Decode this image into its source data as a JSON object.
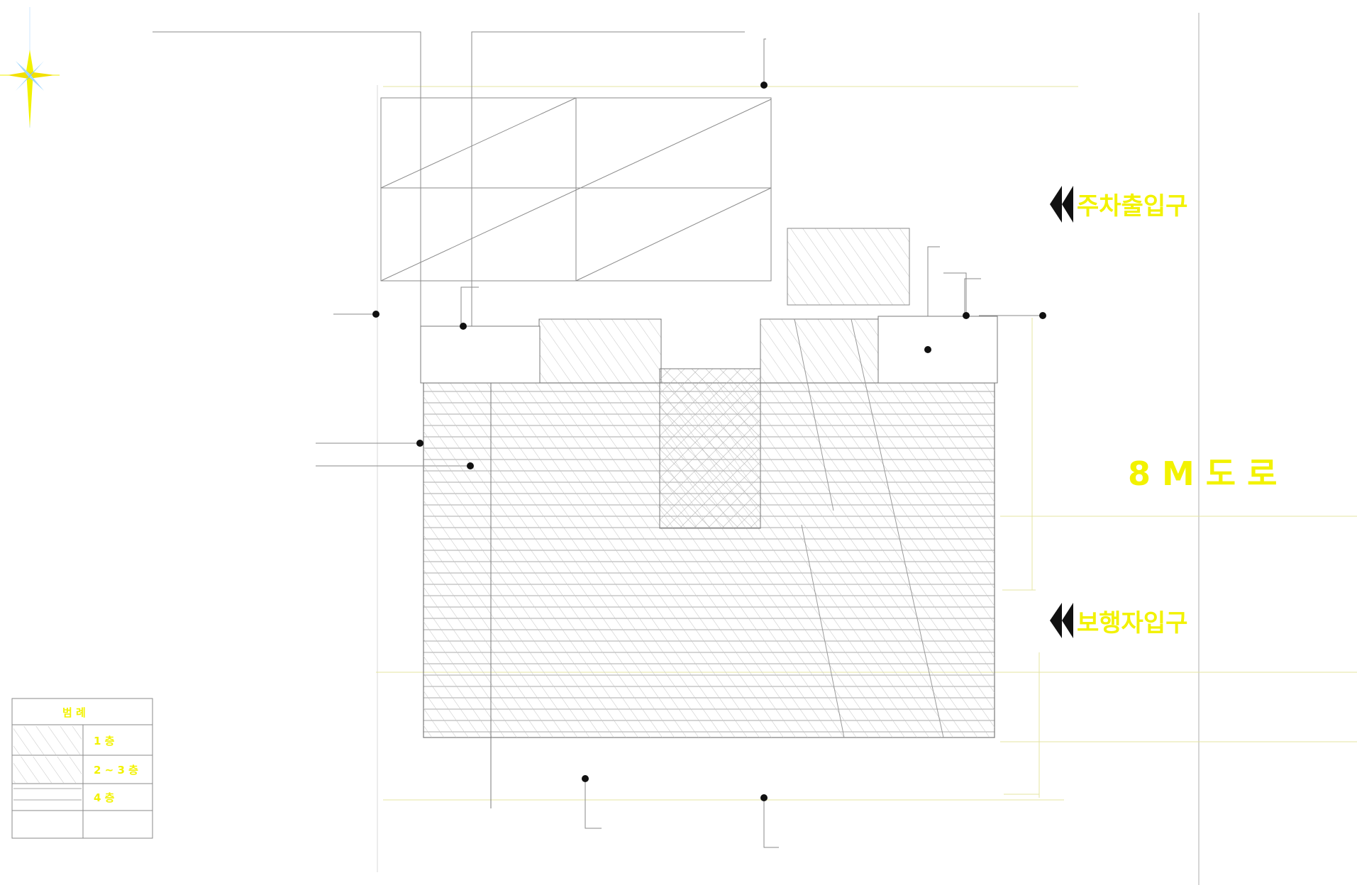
{
  "drawing": {
    "road_label": "8 M 도 로",
    "parking_entrance": "주차출입구",
    "pedestrian_entrance": "보행자입구"
  },
  "legend": {
    "title": "범 례",
    "rows": [
      "1 층",
      "2 ~ 3 층",
      "4 층"
    ]
  },
  "colors": {
    "background": "#ffffff",
    "annotation": "#f2f200",
    "lines": "#8a8a8a",
    "hatch": "#b8b8b8",
    "dims": "#e4e4a0"
  }
}
